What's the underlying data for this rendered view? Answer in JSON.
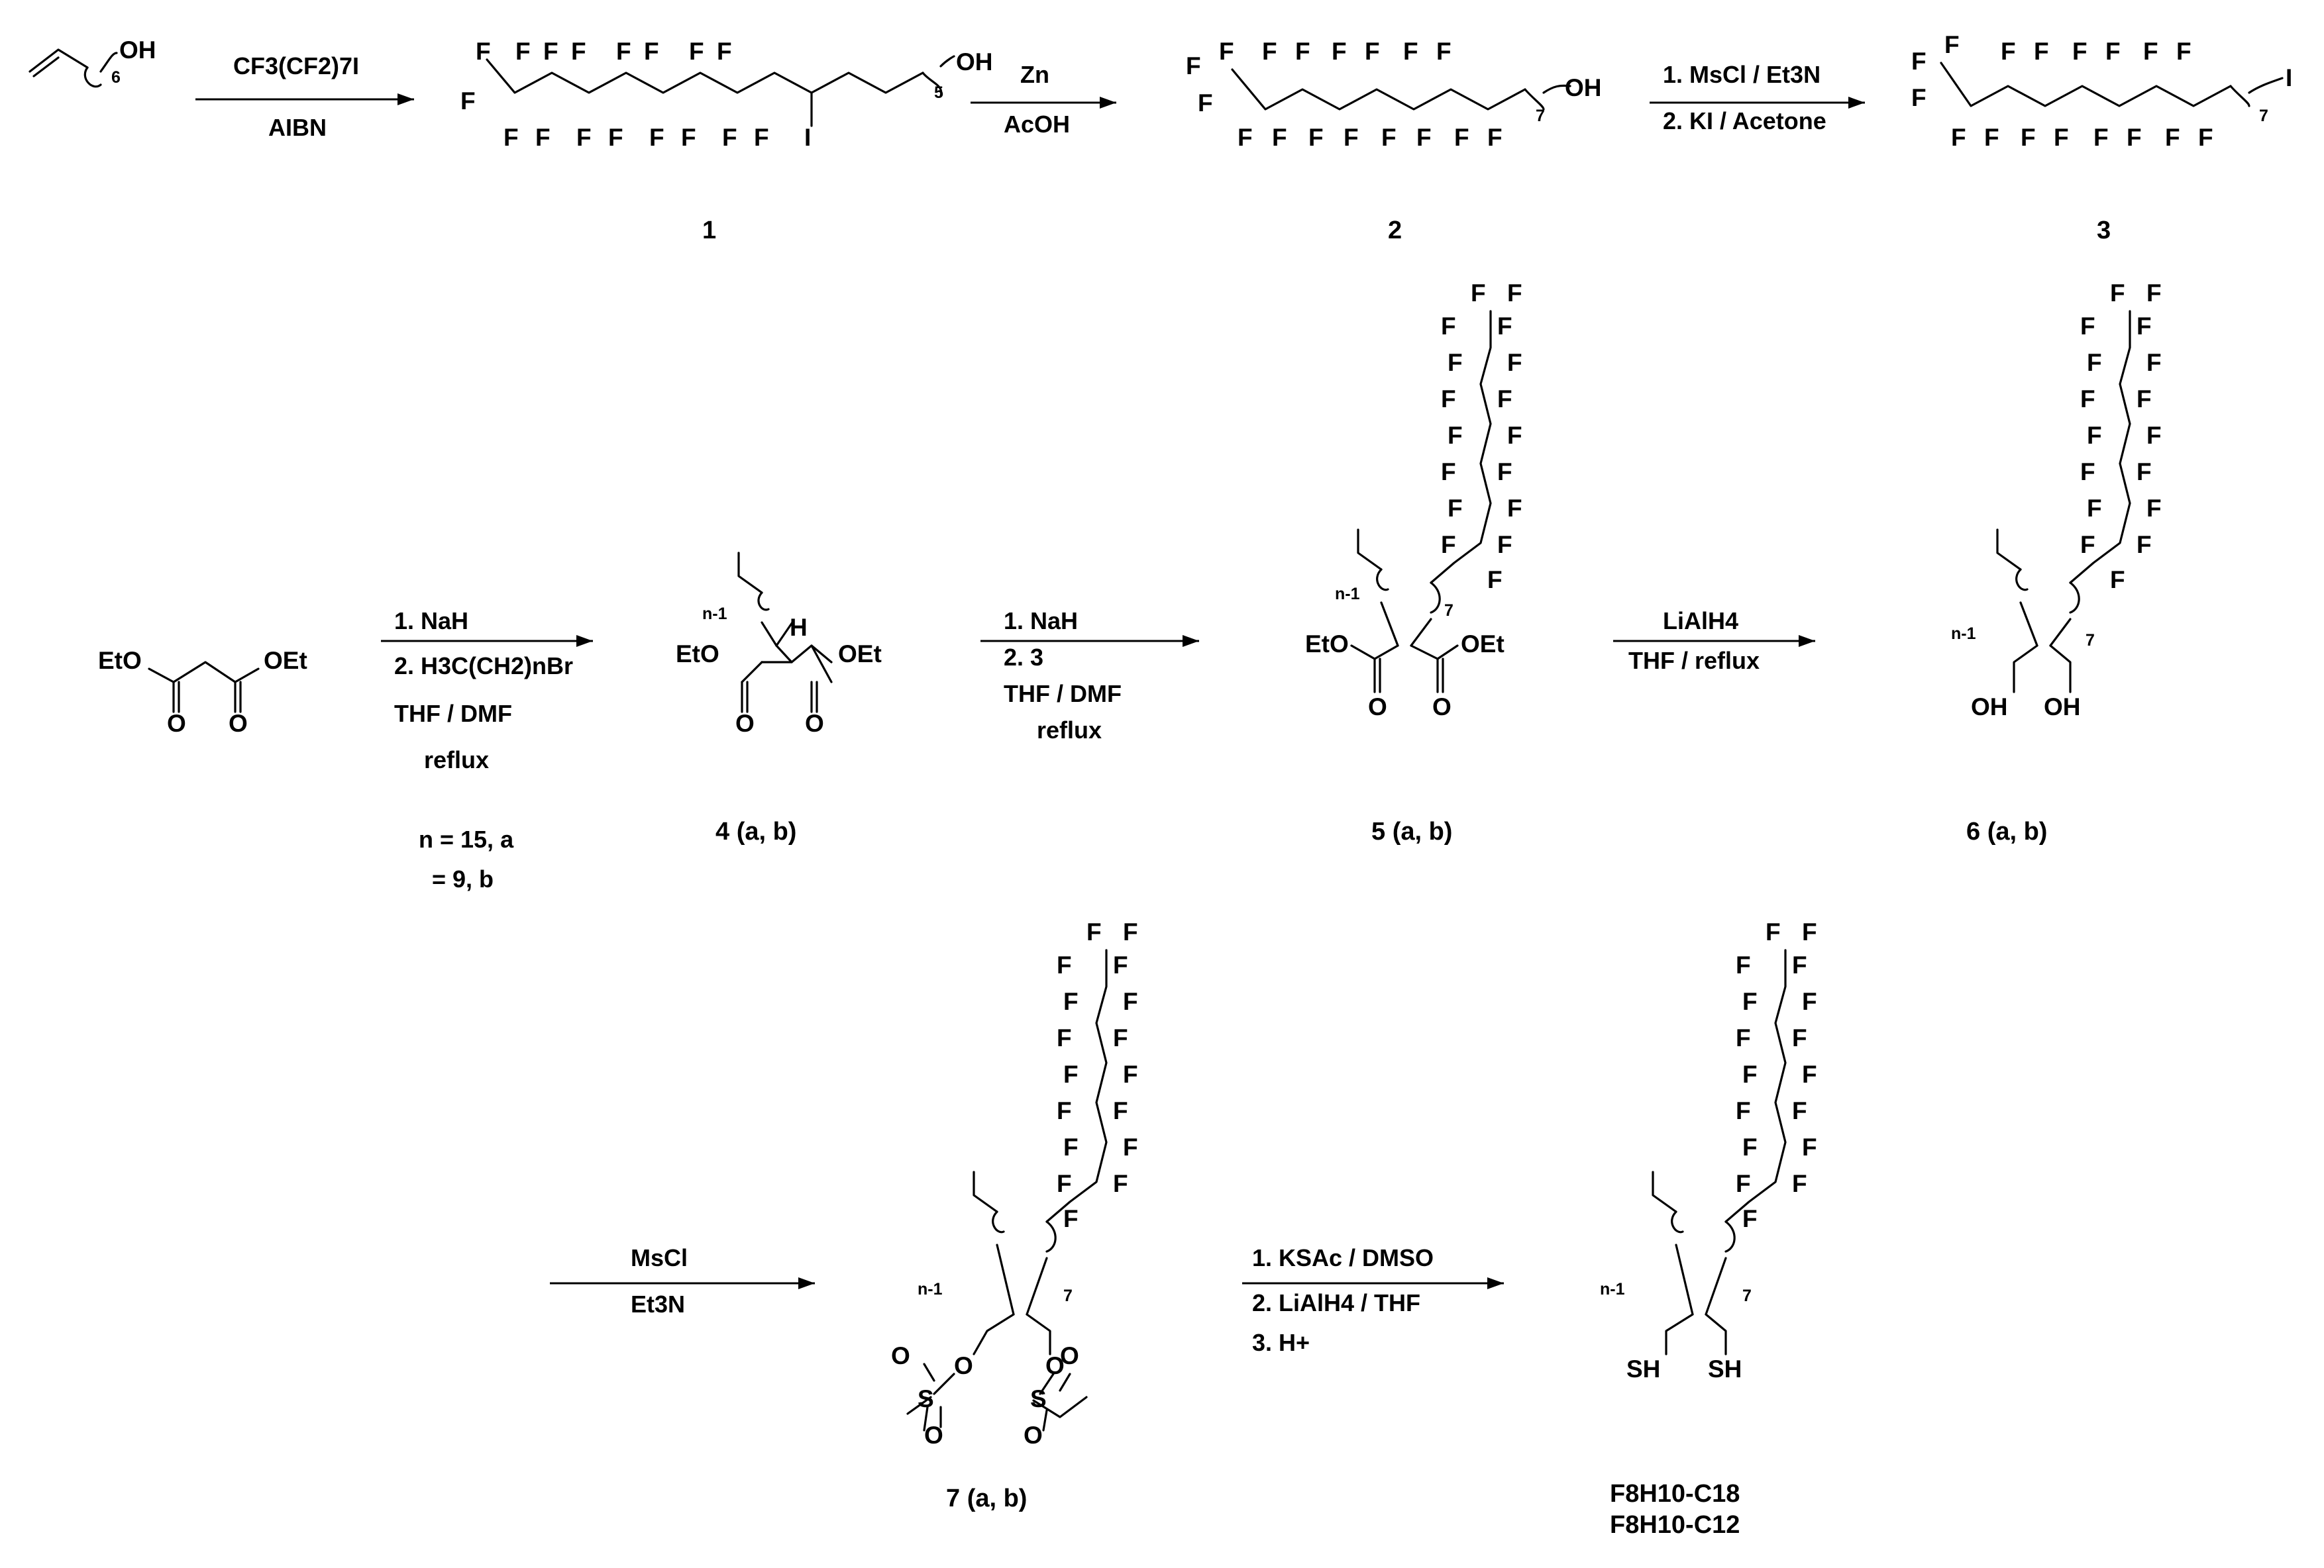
{
  "scheme": {
    "reagents": {
      "r1_top": "CF3(CF2)7I",
      "r1_bottom": "AIBN",
      "r2_top": "Zn",
      "r2_bottom": "AcOH",
      "r3_top": "1. MsCl / Et3N",
      "r3_bottom": "2. KI / Acetone",
      "r4_line1": "1. NaH",
      "r4_line2": "2. H3C(CH2)nBr",
      "r4_line3": "THF / DMF",
      "r4_line4": "reflux",
      "r4_note1": "n = 15, a",
      "r4_note2": "= 9, b",
      "r5_line1": "1. NaH",
      "r5_line2": "2. 3",
      "r5_line3": "THF / DMF",
      "r5_line4": "reflux",
      "r6_top": "LiAlH4",
      "r6_bottom": "THF / reflux",
      "r7_top": "MsCl",
      "r7_bottom": "Et3N",
      "r8_line1": "1. KSAc / DMSO",
      "r8_line2": "2. LiAlH4 / THF",
      "r8_line3": "3. H+"
    },
    "compounds": {
      "c1": "1",
      "c2": "2",
      "c3": "3",
      "c4": "4 (a, b)",
      "c5": "5 (a, b)",
      "c6": "6 (a, b)",
      "c7": "7 (a, b)",
      "final_1": "F8H10-C18",
      "final_2": "F8H10-C12"
    },
    "atoms": {
      "F": "F",
      "OH": "OH",
      "I": "I",
      "H": "H",
      "OEt": "OEt",
      "EtO": "EtO",
      "O": "O",
      "S": "S",
      "SH": "SH",
      "Br": "Br",
      "n_minus_1": "n-1",
      "sub_5": "5",
      "sub_6": "6",
      "sub_7": "7",
      "sub_n": "n"
    }
  }
}
